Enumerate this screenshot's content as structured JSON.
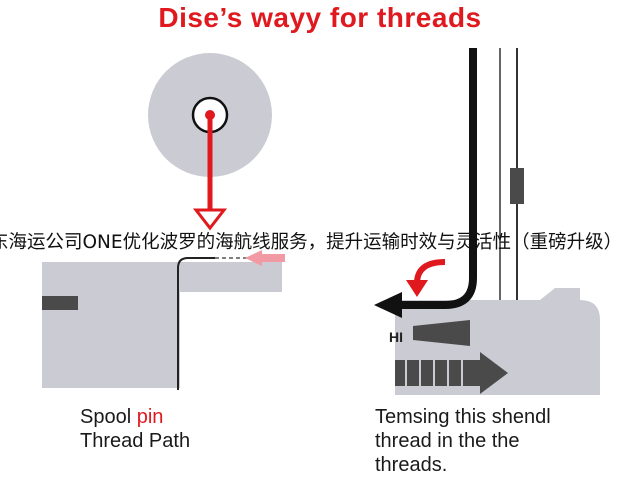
{
  "title": "Dise’s wayy for threads",
  "banner": "东海运公司ONE优化波罗的海航线服务，提升运输时效与灵活性（重磅升级）",
  "left_caption": {
    "line1_plain": "Spool ",
    "line1_accent": "pin",
    "line2": "Thread Path"
  },
  "right_caption": {
    "line1": "Temsing this shendl",
    "line2": "thread in the the",
    "line3": "threads."
  },
  "hi_label": "HI",
  "colors": {
    "accent_red": "#e0191e",
    "panel_gray": "#cbcbd3",
    "dark_bar": "#4a4a4a",
    "black": "#111111"
  }
}
